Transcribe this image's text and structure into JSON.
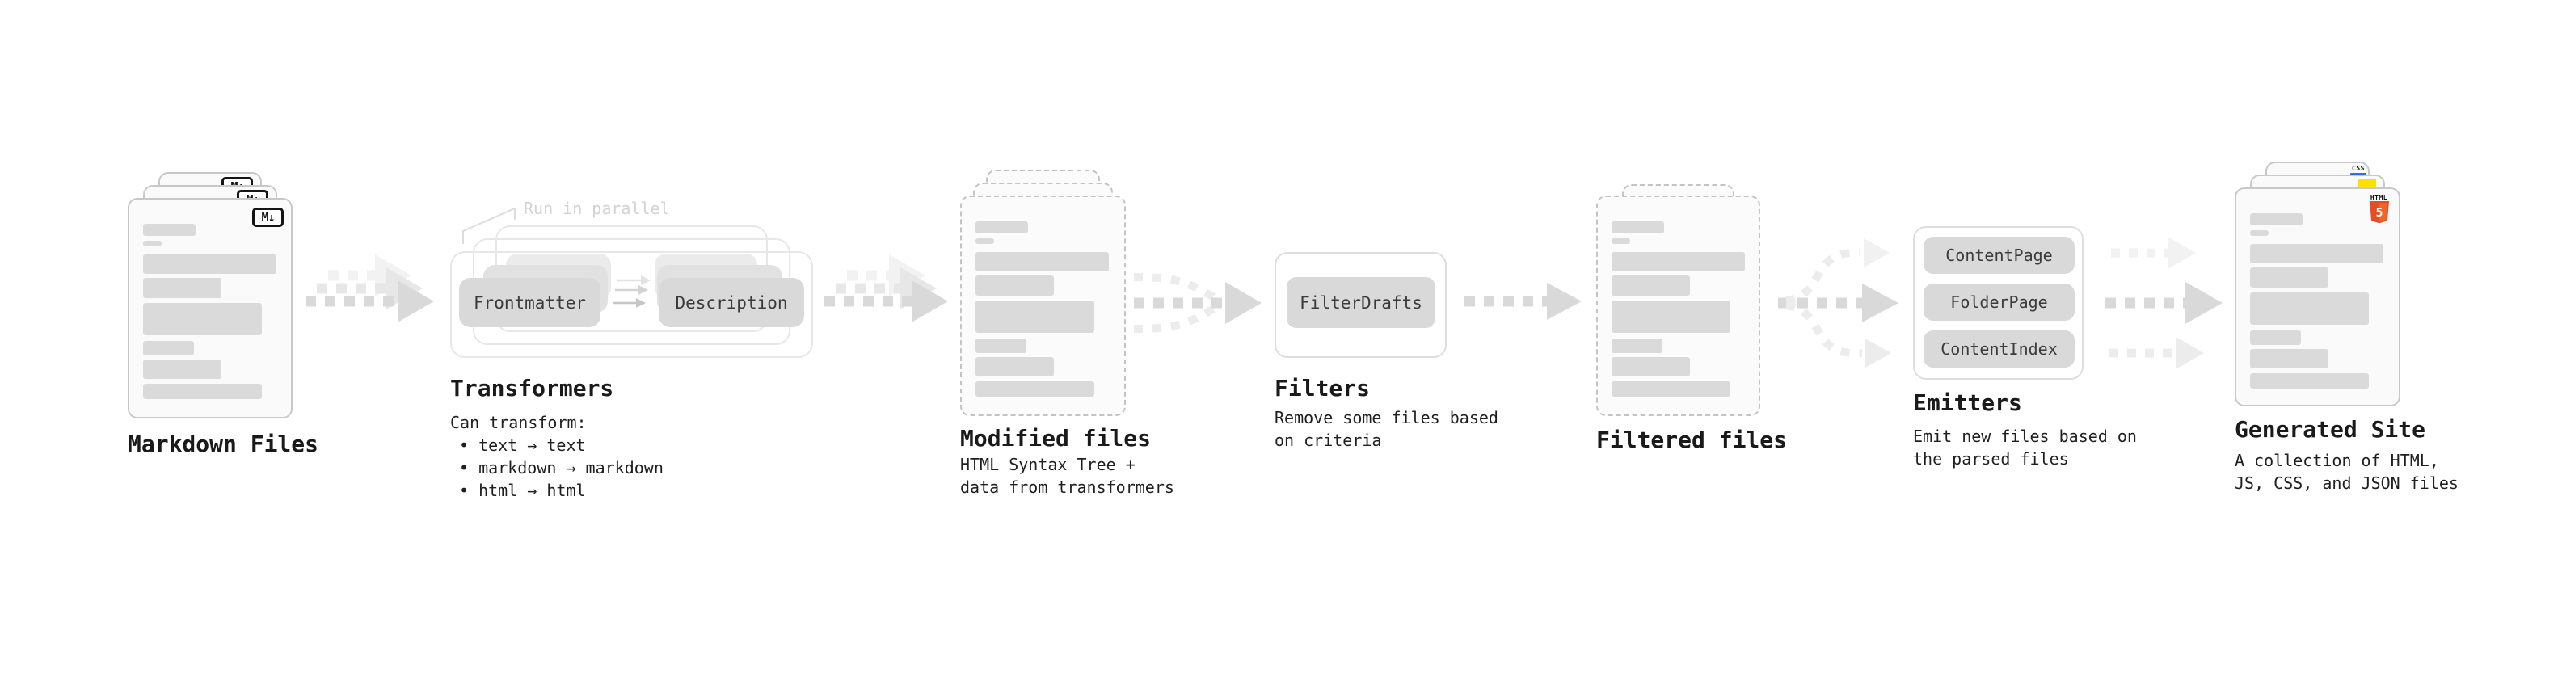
{
  "pipeline": {
    "markdown_files": {
      "title": "Markdown Files",
      "badge": "M↓"
    },
    "transformers": {
      "title": "Transformers",
      "callout": "Run in parallel",
      "frontmatter_label": "Frontmatter",
      "description_label": "Description",
      "desc_lines": [
        "Can transform:",
        "• text → text",
        "• markdown → markdown",
        "• html → html"
      ]
    },
    "modified_files": {
      "title": "Modified files",
      "desc_lines": [
        "HTML Syntax Tree +",
        "data from transformers"
      ]
    },
    "filters": {
      "title": "Filters",
      "button": "FilterDrafts",
      "desc_lines": [
        "Remove some files based",
        "on criteria"
      ]
    },
    "filtered_files": {
      "title": "Filtered files"
    },
    "emitters": {
      "title": "Emitters",
      "buttons": [
        "ContentPage",
        "FolderPage",
        "ContentIndex"
      ],
      "desc_lines": [
        "Emit new files based on",
        "the parsed files"
      ]
    },
    "generated_site": {
      "title": "Generated Site",
      "desc_lines": [
        "A collection of HTML,",
        "JS, CSS, and JSON files"
      ],
      "css_badge": "CSS",
      "html_badge_text": "HTML",
      "html_badge_number": "5"
    }
  },
  "colors": {
    "arrow_dark": "#d9d9d9",
    "arrow_mid": "#e7e7e7",
    "arrow_light": "#f2f2f2",
    "button_bg": "#d9d9d9",
    "card_border": "#c8c8c8",
    "html5_orange": "#e44d26",
    "html5_orange_light": "#f16529",
    "js_yellow": "#ffdf00",
    "css_blue": "#2f6be8",
    "md_badge_black": "#141414"
  }
}
